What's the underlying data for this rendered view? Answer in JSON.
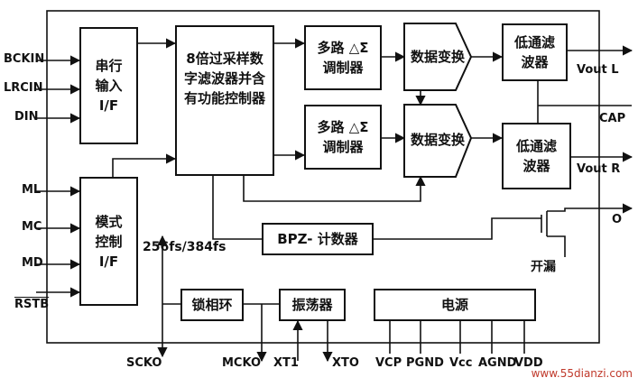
{
  "blocks": {
    "serial_input": "串行\n输入\nI/F",
    "oversampling_filter": "8倍过采样数\n字滤波器并含\n有功能控制器",
    "mod_top": "多路 △Σ\n调制器",
    "mod_bottom": "多路 △Σ\n调制器",
    "conv_top": "数据变换",
    "conv_bottom": "数据变换",
    "lpf_top": "低通滤\n波器",
    "lpf_bottom": "低通滤\n波器",
    "mode_control": "模式\n控制\nI/F",
    "bpz_counter": "BPZ- 计数器",
    "pll": "锁相环",
    "oscillator": "振荡器",
    "power": "电源"
  },
  "pins_left": [
    "BCKIN",
    "LRCIN",
    "DIN",
    "ML",
    "MC",
    "MD",
    "RSTB"
  ],
  "pins_right": [
    "Vout  L",
    "CAP",
    "Vout  R",
    "O"
  ],
  "pins_bottom": [
    "SCKO",
    "MCKO",
    "XT1",
    "XTO",
    "VCP",
    "PGND",
    "Vcc",
    "AGND",
    "VDD"
  ],
  "labels": {
    "sample_rate": "256fs/384fs",
    "open_drain": "开漏"
  },
  "watermark": "www.55dianzi.com"
}
